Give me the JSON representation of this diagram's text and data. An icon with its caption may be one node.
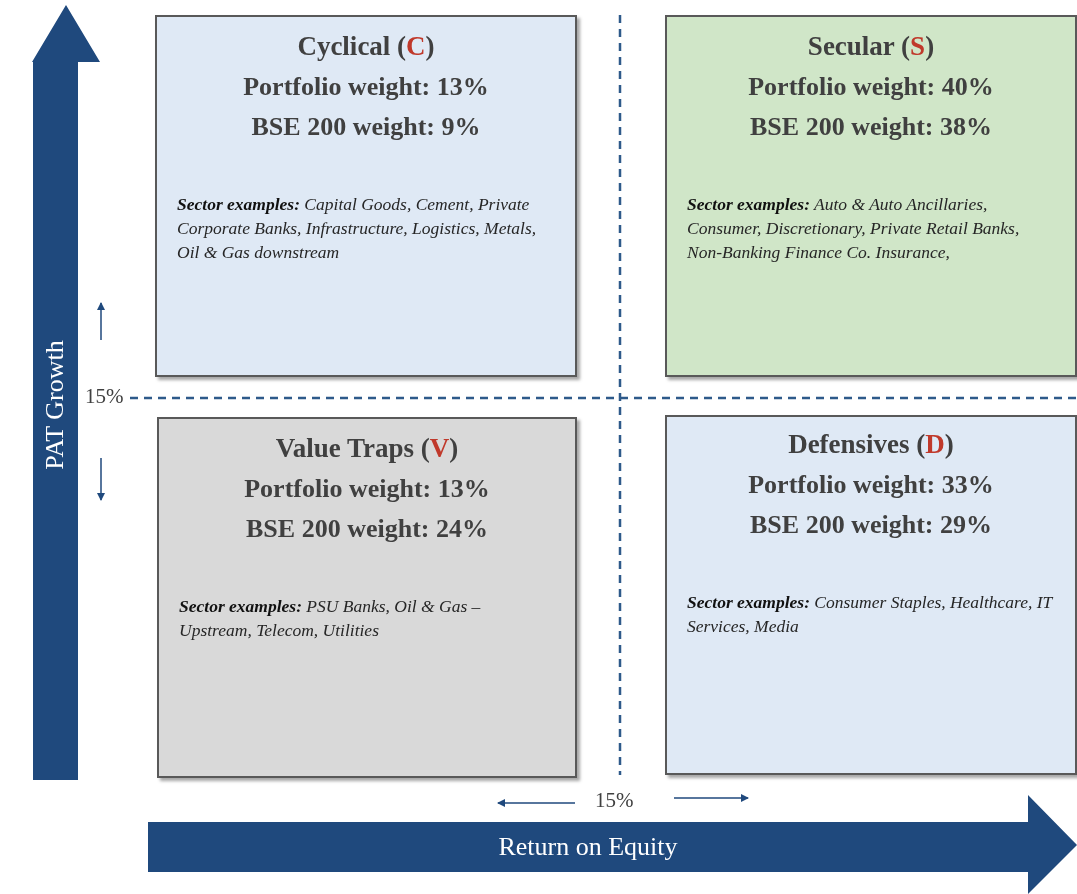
{
  "diagram": {
    "nodes": [
      {
        "text": [
          "Cyclical (C)",
          "Portfolio weight: 13%",
          "BSE 200 weight: 9%",
          "**Sector examples:** Capital Goods, Cement, Private Corporate Banks, Infrastructure, Logistics, Metals, Oil & Gas downstream"
        ]
      },
      {
        "text": [
          "Secular (S)",
          "Portfolio weight: 40%",
          "BSE 200 weight: 38%",
          "**Sector examples:** Auto & Auto Ancillaries, Consumer, Discretionary, Private Retail Banks, Non-Banking Finance Co. Insurance,"
        ]
      },
      {
        "text": [
          "Value Traps (V)",
          "Portfolio weight: 13%",
          "BSE 200 weight: 24%",
          "**Sector examples:** PSU Banks, Oil & Gas – Upstream, Telecom, Utilities"
        ]
      },
      {
        "text": [
          "Defensives (D)",
          "Portfolio weight: 33%",
          "BSE 200 weight: 29%",
          "**Sector examples:** Consumer Staples, Healthcare, IT Services, Media"
        ]
      },
      {
        "text": [
          "PAT Growth"
        ]
      },
      {
        "text": [
          "Return on Equity"
        ]
      }
    ],
    "edges": [],
    "labels": [
      "15%",
      "15%"
    ]
  }
}
